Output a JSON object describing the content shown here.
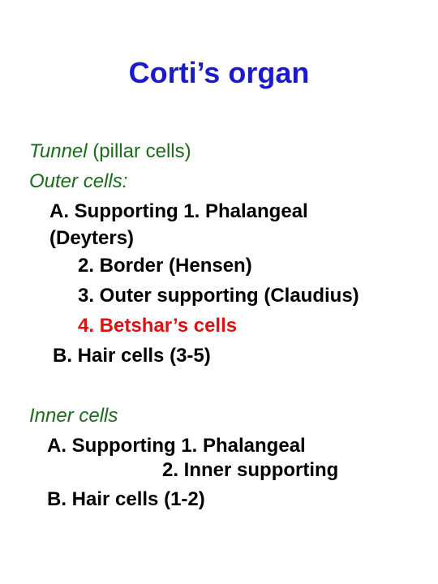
{
  "title": "Corti’s organ",
  "colors": {
    "title": "#1a1acc",
    "heading_green": "#1a6b1a",
    "highlight_red": "#e01010",
    "body": "#000000"
  },
  "outer_section": {
    "tunnel_label": "Tunnel",
    "tunnel_detail": " (pillar cells)",
    "heading": "Outer cells:",
    "a_line1": "A.  Supporting 1. Phalangeal",
    "a_line2": "(Deyters)",
    "item2": "2. Border (Hensen)",
    "item3": "3. Outer supporting (Claudius)",
    "item4": "4. Betshar’s cells",
    "b_line": "B.  Hair cells (3-5)"
  },
  "inner_section": {
    "heading": "Inner cells",
    "a_line": "A.  Supporting 1. Phalangeal",
    "item2": "2. Inner supporting",
    "b_line": "B.  Hair cells (1-2)"
  }
}
